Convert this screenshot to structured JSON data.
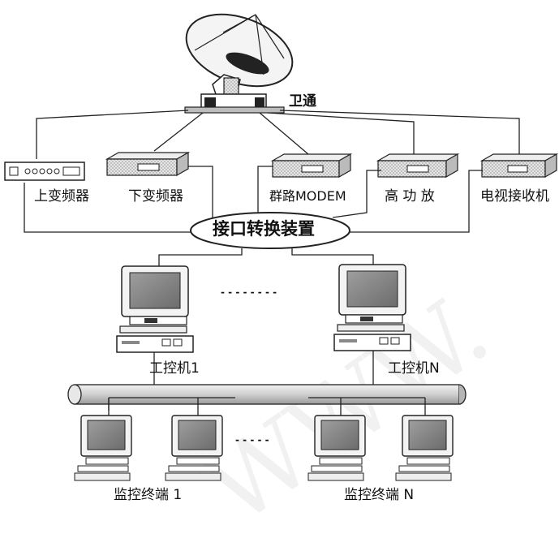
{
  "labels": {
    "satellite": "卫通",
    "up_converter": "上变频器",
    "down_converter": "下变频器",
    "group_modem": "群路MODEM",
    "high_power_amp": "高 功 放",
    "tv_receiver": "电视接收机",
    "interface_converter": "接口转换装置",
    "ipc_1": "工控机1",
    "ipc_n": "工控机N",
    "monitor_terminal_1": "监控终端 1",
    "monitor_terminal_n": "监控终端 N",
    "ellipsis_upper": "- - - - - - - -",
    "ellipsis_lower": "- - - - -"
  },
  "watermark": "WWW.",
  "colors": {
    "line": "#222222",
    "device": "#d8d8d8",
    "bus": "#c9c9c9",
    "screen": "#8a8a8a"
  }
}
